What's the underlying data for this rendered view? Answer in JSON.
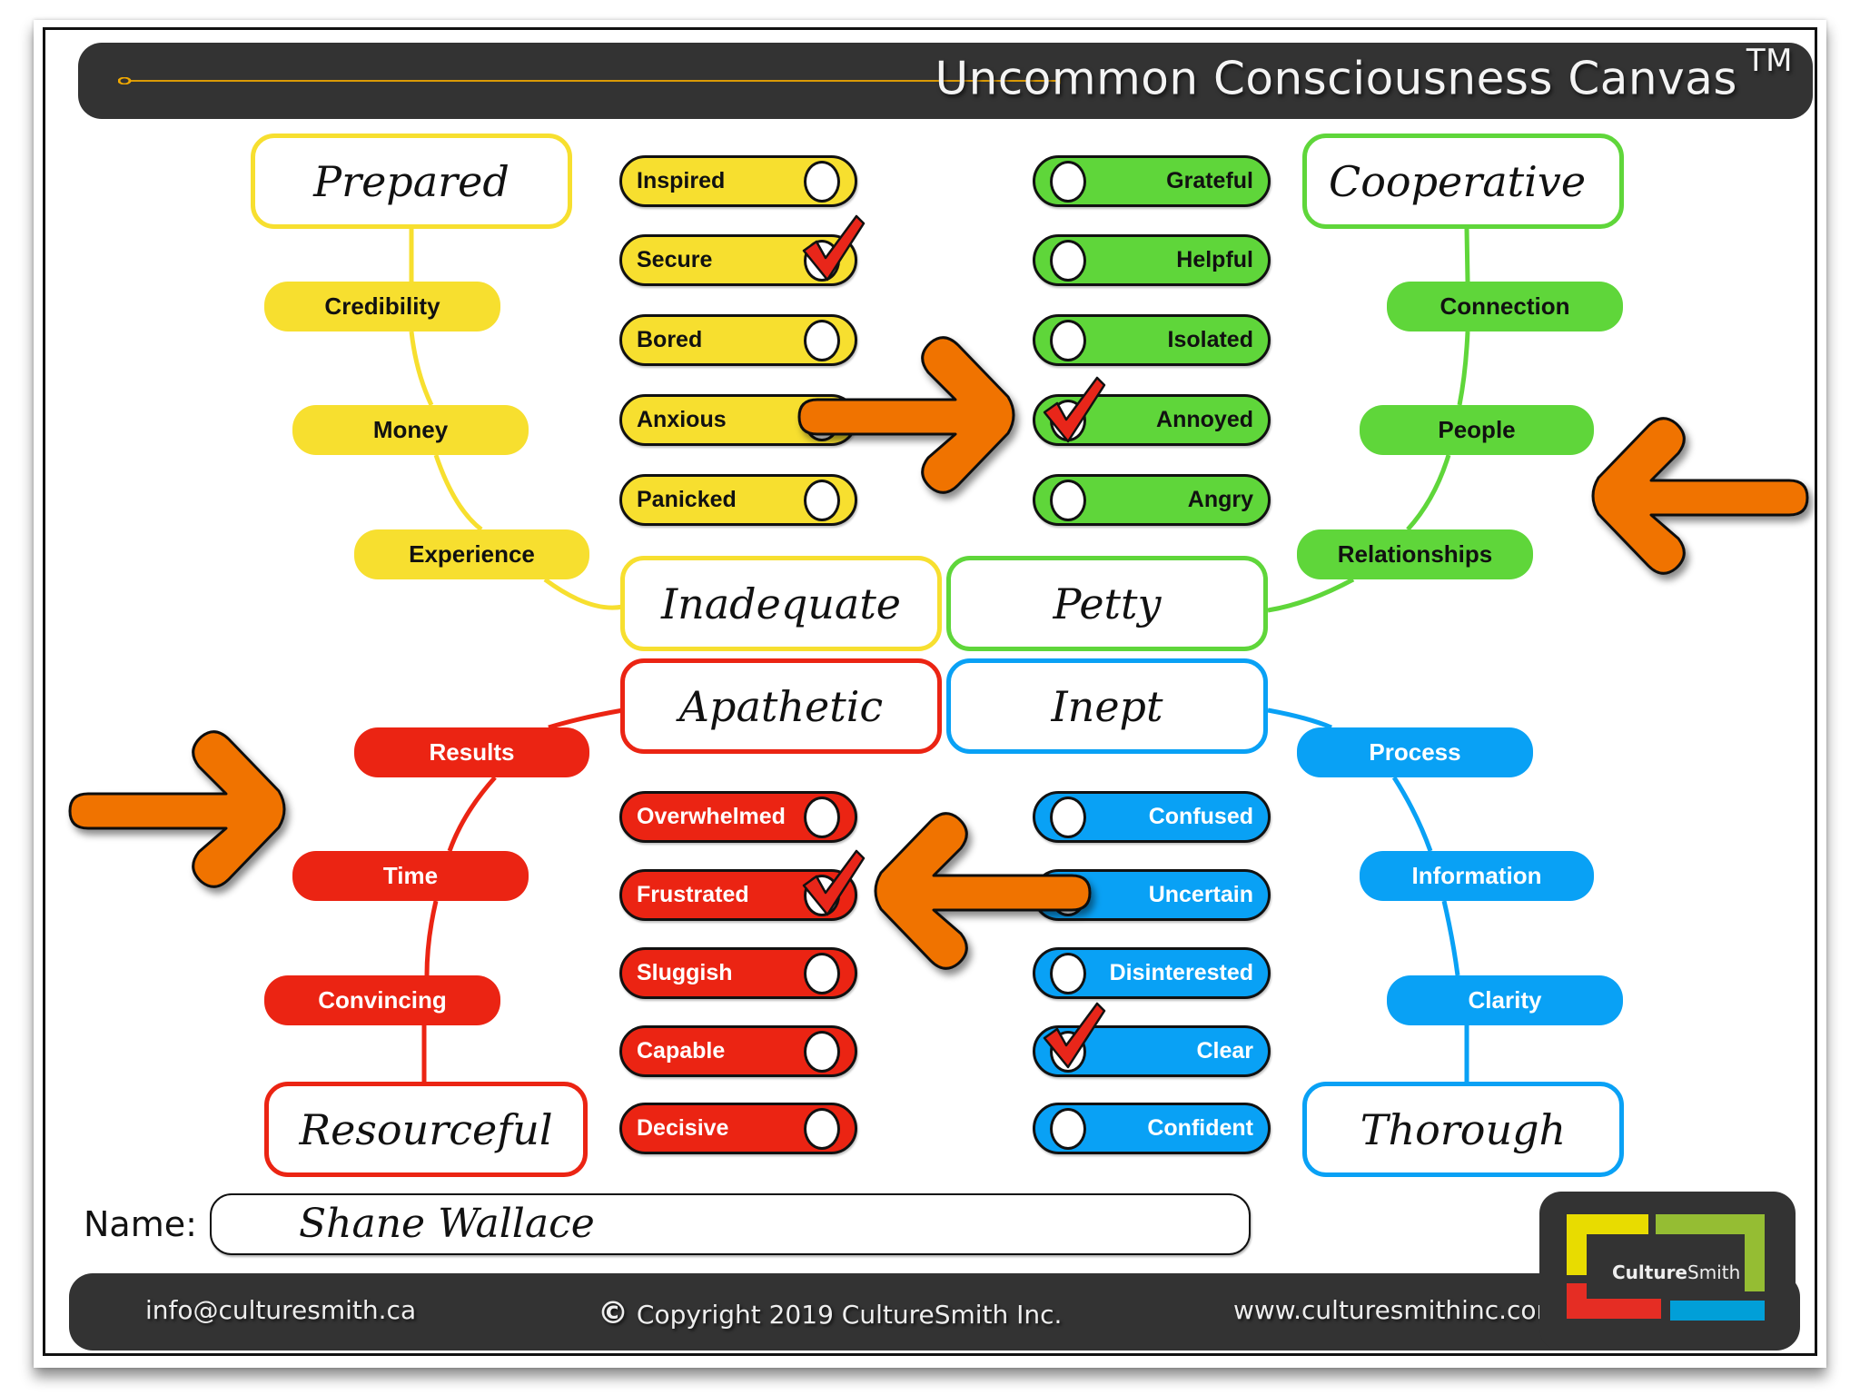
{
  "header": {
    "title": "Uncommon Consciousness Canvas",
    "trademark": "TM"
  },
  "quadrants": {
    "yellow": {
      "color": "#f7df2f",
      "goal": "Prepared",
      "state": "Inadequate",
      "themes": [
        "Credibility",
        "Money",
        "Experience"
      ],
      "emotions": [
        {
          "label": "Inspired",
          "checked": false
        },
        {
          "label": "Secure",
          "checked": true
        },
        {
          "label": "Bored",
          "checked": false
        },
        {
          "label": "Anxious",
          "checked": false
        },
        {
          "label": "Panicked",
          "checked": false
        }
      ]
    },
    "green": {
      "color": "#5fd63a",
      "goal": "Cooperative",
      "state": "Petty",
      "themes": [
        "Connection",
        "People",
        "Relationships"
      ],
      "emotions": [
        {
          "label": "Grateful",
          "checked": false
        },
        {
          "label": "Helpful",
          "checked": false
        },
        {
          "label": "Isolated",
          "checked": false
        },
        {
          "label": "Annoyed",
          "checked": true
        },
        {
          "label": "Angry",
          "checked": false
        }
      ]
    },
    "red": {
      "color": "#eb2413",
      "goal": "Resourceful",
      "state": "Apathetic",
      "themes": [
        "Results",
        "Time",
        "Convincing"
      ],
      "emotions": [
        {
          "label": "Overwhelmed",
          "checked": false
        },
        {
          "label": "Frustrated",
          "checked": true
        },
        {
          "label": "Sluggish",
          "checked": false
        },
        {
          "label": "Capable",
          "checked": false
        },
        {
          "label": "Decisive",
          "checked": false
        }
      ]
    },
    "blue": {
      "color": "#09a1f5",
      "goal": "Thorough",
      "state": "Inept",
      "themes": [
        "Process",
        "Information",
        "Clarity"
      ],
      "emotions": [
        {
          "label": "Confused",
          "checked": false
        },
        {
          "label": "Uncertain",
          "checked": false
        },
        {
          "label": "Disinterested",
          "checked": false
        },
        {
          "label": "Clear",
          "checked": true
        },
        {
          "label": "Confident",
          "checked": false
        }
      ]
    }
  },
  "arrows": [
    {
      "name": "anxious-to-annoyed",
      "direction": "right"
    },
    {
      "name": "uncertain-to-frustrated",
      "direction": "left"
    },
    {
      "name": "left-margin-arrow",
      "direction": "right"
    },
    {
      "name": "right-margin-arrow",
      "direction": "left"
    }
  ],
  "name_field": {
    "label": "Name:",
    "value": "Shane Wallace"
  },
  "footer": {
    "email": "info@culturesmith.ca",
    "copyright_symbol": "©",
    "copyright": "Copyright 2019 CultureSmith Inc.",
    "website": "www.culturesmithinc.com"
  },
  "logo": {
    "word_bold": "Culture",
    "word_light": "Smith"
  },
  "colors": {
    "header_bg": "#333333",
    "timeline": "#f2a900",
    "arrow": "#f07300",
    "check": "#e8261a"
  }
}
